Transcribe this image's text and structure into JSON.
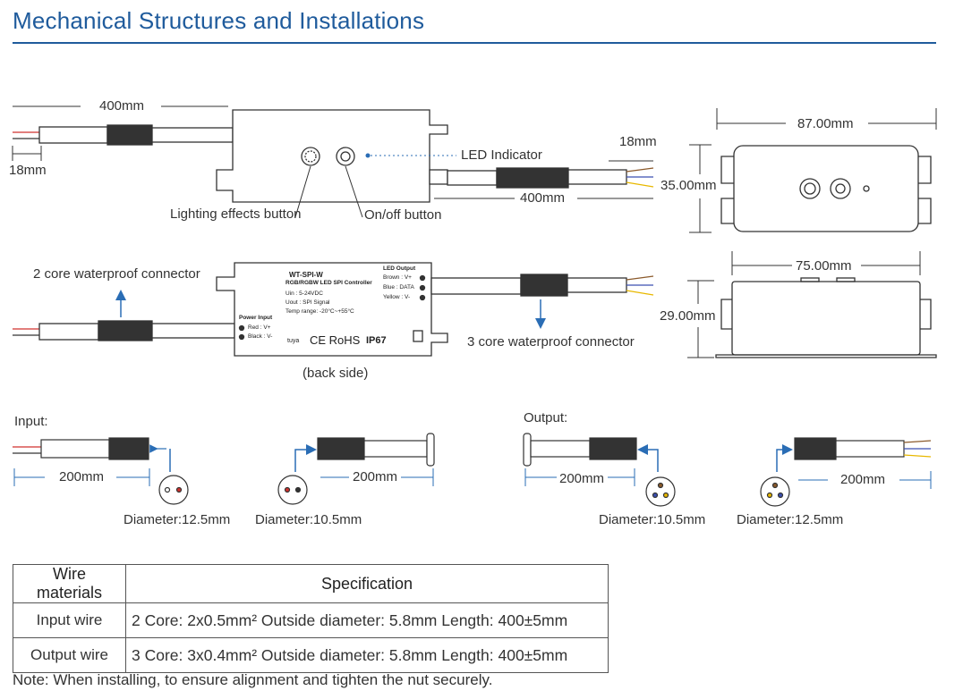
{
  "title": "Mechanical Structures and Installations",
  "top_view": {
    "input_length": "400mm",
    "input_strip": "18mm",
    "output_strip": "18mm",
    "output_length": "400mm",
    "led_indicator": "LED Indicator",
    "lighting_button": "Lighting effects button",
    "onoff_button": "On/off button"
  },
  "back_view": {
    "caption": "(back side)",
    "input_connector": "2 core waterproof connector",
    "output_connector": "3 core waterproof connector",
    "label": {
      "model": "WT-SPI-W",
      "desc": "RGB/RGBW LED SPI Controller",
      "uin": "Uin   : 5-24VDC",
      "uout": "Uout  : SPI Signal",
      "temp": "Temp range: -20°C~+55°C",
      "power_input": "Power Input",
      "red": "Red    : V+",
      "black": "Black  : V-",
      "led_output": "LED Output",
      "brown": "Brown : V+",
      "blue": "Blue   : DATA",
      "yellow": "Yellow : V-",
      "tuya": "tuya",
      "ce_rohs": "CE RoHS",
      "ip": "IP67"
    }
  },
  "side_views": {
    "width_top": "87.00mm",
    "height_top": "35.00mm",
    "width_bottom": "75.00mm",
    "height_bottom": "29.00mm"
  },
  "connectors": {
    "input_label": "Input:",
    "output_label": "Output:",
    "in_male_length": "200mm",
    "in_male_diameter": "Diameter:12.5mm",
    "in_female_length": "200mm",
    "in_female_diameter": "Diameter:10.5mm",
    "out_female_length": "200mm",
    "out_female_diameter": "Diameter:10.5mm",
    "out_male_length": "200mm",
    "out_male_diameter": "Diameter:12.5mm"
  },
  "table": {
    "headers": [
      "Wire materials",
      "Specification"
    ],
    "rows": [
      {
        "name": "Input wire",
        "spec": "2 Core: 2x0.5mm²  Outside diameter: 5.8mm  Length: 400±5mm"
      },
      {
        "name": "Output wire",
        "spec": "3 Core: 3x0.4mm²  Outside diameter: 5.8mm  Length: 400±5mm"
      }
    ]
  },
  "note": "Note: When installing, to ensure alignment and tighten the nut securely.",
  "colors": {
    "title_blue": "#1f5b9c",
    "arrow_blue": "#2a6db5",
    "wire_red": "#d0312d",
    "wire_brown": "#8b5a2b",
    "wire_blue": "#3b4fb0",
    "wire_yellow": "#e8b800"
  }
}
